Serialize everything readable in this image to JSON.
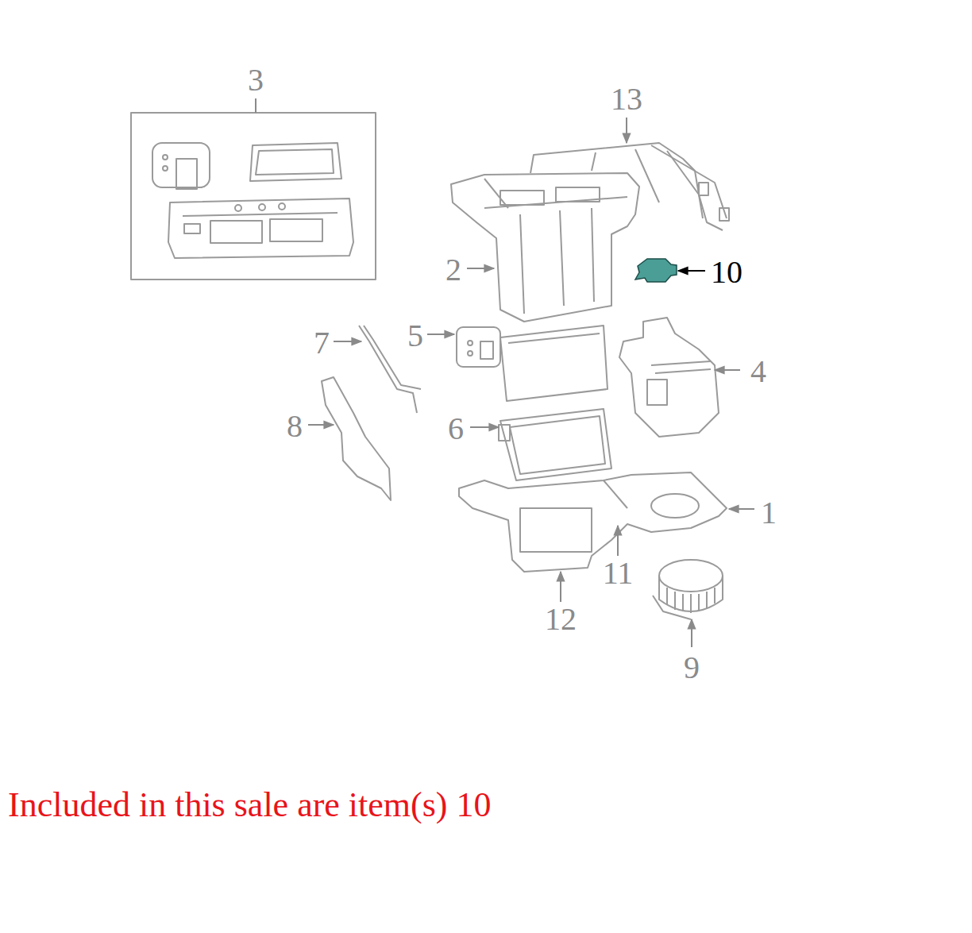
{
  "diagram": {
    "caption": "Included in this sale are item(s) 10",
    "labels": [
      "3",
      "13",
      "2",
      "10",
      "5",
      "7",
      "4",
      "6",
      "8",
      "1",
      "11",
      "12",
      "9"
    ]
  }
}
